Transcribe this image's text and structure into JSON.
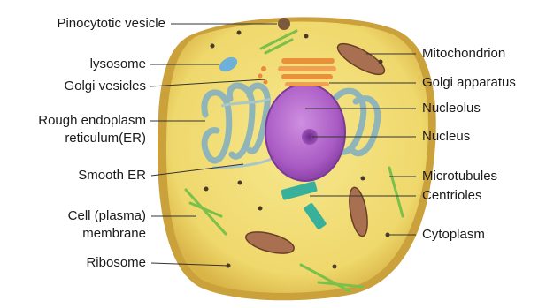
{
  "labels_left": {
    "pinocytotic_vesicle": "Pinocytotic vesicle",
    "lysosome": "lysosome",
    "golgi_vesicles": "Golgi vesicles",
    "rough_er_line1": "Rough endoplasm",
    "rough_er_line2": "reticulum(ER)",
    "smooth_er": "Smooth ER",
    "cell_membrane_line1": "Cell (plasma)",
    "cell_membrane_line2": "membrane",
    "ribosome": "Ribosome"
  },
  "labels_right": {
    "mitochondrion": "Mitochondrion",
    "golgi_apparatus": "Golgi apparatus",
    "nucleolus": "Nucleolus",
    "nucleus": "Nucleus",
    "microtubules": "Microtubules",
    "centrioles": "Centrioles",
    "cytoplasm": "Cytoplasm"
  },
  "colors": {
    "cytoplasm": "#f2df7a",
    "membrane": "#d4a93a",
    "nucleus": "#b069c9",
    "nucleolus": "#8a3aa8",
    "er": "#8fb5b8",
    "mitochondria": "#9a6a4a",
    "microtubules": "#7ac04a",
    "centrioles": "#38b09a",
    "lysosome": "#6fb0d8",
    "golgi": "#e8913a"
  }
}
